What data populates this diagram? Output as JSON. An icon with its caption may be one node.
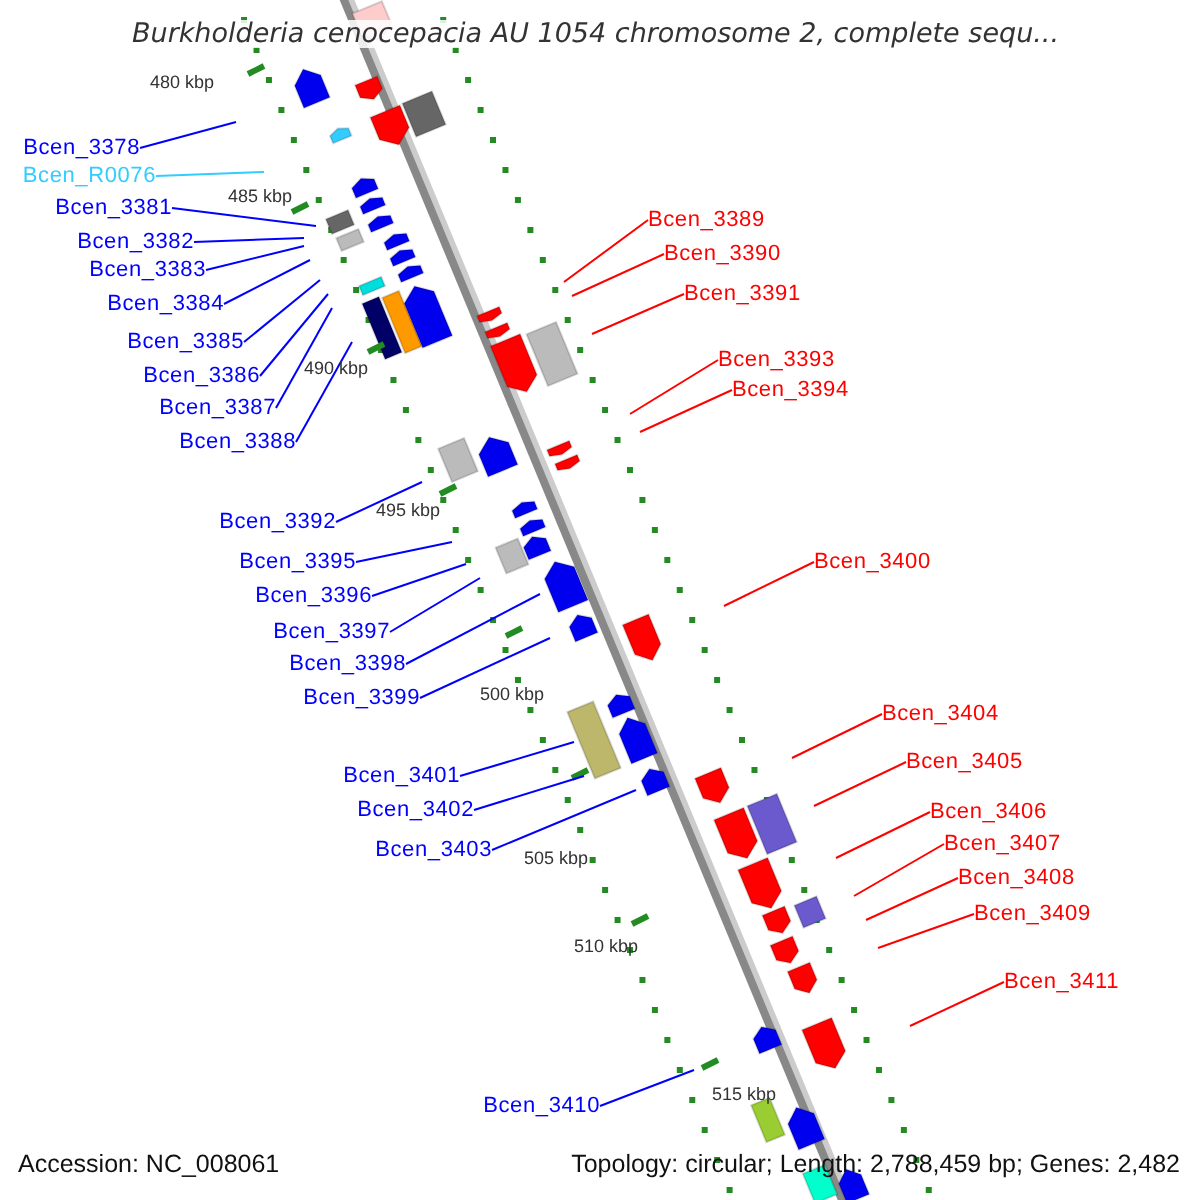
{
  "diagram": {
    "title": "Burkholderia cenocepacia AU 1054 chromosome 2, complete sequ...",
    "nodes": [
      {
        "text": [
          "Bcen_3378"
        ]
      },
      {
        "text": [
          "Bcen_R0076"
        ]
      },
      {
        "text": [
          "Bcen_3381"
        ]
      },
      {
        "text": [
          "Bcen_3389"
        ]
      },
      {
        "text": [
          "Bcen_3382"
        ]
      },
      {
        "text": [
          "Bcen_3390"
        ]
      },
      {
        "text": [
          "Bcen_3383"
        ]
      },
      {
        "text": [
          "Bcen_3391"
        ]
      },
      {
        "text": [
          "Bcen_3384"
        ]
      },
      {
        "text": [
          "Bcen_3385"
        ]
      },
      {
        "text": [
          "Bcen_3393"
        ]
      },
      {
        "text": [
          "Bcen_3386"
        ]
      },
      {
        "text": [
          "Bcen_3394"
        ]
      },
      {
        "text": [
          "Bcen_3387"
        ]
      },
      {
        "text": [
          "Bcen_3388"
        ]
      },
      {
        "text": [
          "Bcen_3392"
        ]
      },
      {
        "text": [
          "Bcen_3395"
        ]
      },
      {
        "text": [
          "Bcen_3400"
        ]
      },
      {
        "text": [
          "Bcen_3396"
        ]
      },
      {
        "text": [
          "Bcen_3397"
        ]
      },
      {
        "text": [
          "Bcen_3398"
        ]
      },
      {
        "text": [
          "Bcen_3399"
        ]
      },
      {
        "text": [
          "Bcen_3404"
        ]
      },
      {
        "text": [
          "Bcen_3405"
        ]
      },
      {
        "text": [
          "Bcen_3401"
        ]
      },
      {
        "text": [
          "Bcen_3402"
        ]
      },
      {
        "text": [
          "Bcen_3406"
        ]
      },
      {
        "text": [
          "Bcen_3407"
        ]
      },
      {
        "text": [
          "Bcen_3403"
        ]
      },
      {
        "text": [
          "Bcen_3408"
        ]
      },
      {
        "text": [
          "Bcen_3409"
        ]
      },
      {
        "text": [
          "Bcen_3411"
        ]
      },
      {
        "text": [
          "Bcen_3410"
        ]
      }
    ],
    "edges": [
      {
        "from": 0,
        "to": null,
        "arrow": "none"
      },
      {
        "from": 1,
        "to": null,
        "arrow": "none",
        "color": "#33ccff"
      },
      {
        "from": 2,
        "to": null,
        "arrow": "none"
      },
      {
        "from": 3,
        "to": null,
        "arrow": "none",
        "color": "#ff0000"
      },
      {
        "from": 4,
        "to": null,
        "arrow": "none"
      },
      {
        "from": 5,
        "to": null,
        "arrow": "none",
        "color": "#ff0000"
      },
      {
        "from": 6,
        "to": null,
        "arrow": "none"
      },
      {
        "from": 7,
        "to": null,
        "arrow": "none",
        "color": "#ff0000"
      },
      {
        "from": 8,
        "to": null,
        "arrow": "none"
      },
      {
        "from": 9,
        "to": null,
        "arrow": "none"
      },
      {
        "from": 10,
        "to": null,
        "arrow": "none",
        "color": "#ff0000"
      },
      {
        "from": 11,
        "to": null,
        "arrow": "none"
      },
      {
        "from": 12,
        "to": null,
        "arrow": "none",
        "color": "#ff0000"
      },
      {
        "from": 13,
        "to": null,
        "arrow": "none"
      },
      {
        "from": 14,
        "to": null,
        "arrow": "none"
      },
      {
        "from": 15,
        "to": null,
        "arrow": "none"
      },
      {
        "from": 16,
        "to": null,
        "arrow": "none"
      },
      {
        "from": 17,
        "to": null,
        "arrow": "none",
        "color": "#ff0000"
      },
      {
        "from": 18,
        "to": null,
        "arrow": "none"
      },
      {
        "from": 19,
        "to": null,
        "arrow": "none"
      },
      {
        "from": 20,
        "to": null,
        "arrow": "none"
      },
      {
        "from": 21,
        "to": null,
        "arrow": "none"
      },
      {
        "from": 22,
        "to": null,
        "arrow": "none",
        "color": "#ff0000"
      },
      {
        "from": 23,
        "to": null,
        "arrow": "none",
        "color": "#ff0000"
      },
      {
        "from": 24,
        "to": null,
        "arrow": "none"
      },
      {
        "from": 25,
        "to": null,
        "arrow": "none"
      },
      {
        "from": 26,
        "to": null,
        "arrow": "none",
        "color": "#ff0000"
      },
      {
        "from": 27,
        "to": null,
        "arrow": "none",
        "color": "#ff0000"
      },
      {
        "from": 28,
        "to": null,
        "arrow": "none"
      },
      {
        "from": 29,
        "to": null,
        "arrow": "none",
        "color": "#ff0000"
      },
      {
        "from": 30,
        "to": null,
        "arrow": "none",
        "color": "#ff0000"
      },
      {
        "from": 31,
        "to": null,
        "arrow": "none",
        "color": "#ff0000"
      },
      {
        "from": 32,
        "to": null,
        "arrow": "none"
      }
    ],
    "labels": [
      "480 kbp",
      "485 kbp",
      "490 kbp",
      "495 kbp",
      "500 kbp",
      "505 kbp",
      "510 kbp",
      "515 kbp",
      "Accession: NC_008061",
      "Topology: circular; Length: 2,788,459 bp; Genes: 2,482"
    ]
  }
}
